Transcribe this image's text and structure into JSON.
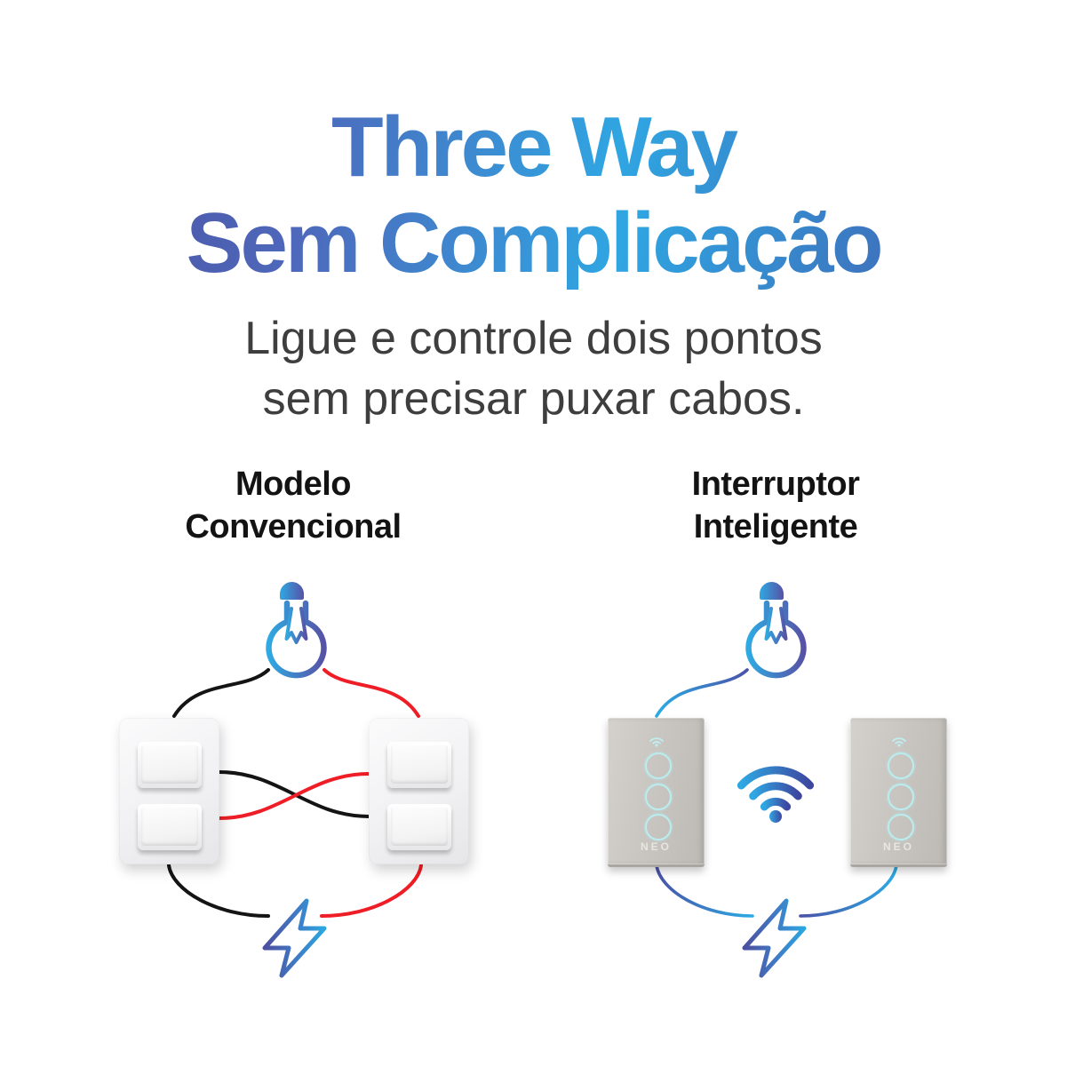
{
  "title": {
    "line1": "Three Way",
    "line2": "Sem Complicação"
  },
  "subtitle": {
    "line1": "Ligue e controle dois pontos",
    "line2": "sem precisar puxar cabos."
  },
  "sections": {
    "conventional": {
      "heading_line1": "Modelo",
      "heading_line2": "Convencional",
      "switch_count": 2,
      "rockers_per_switch": 2,
      "wire_colors": {
        "phase": "#141414",
        "return": "#ef1d25"
      }
    },
    "smart": {
      "heading_line1": "Interruptor",
      "heading_line2": "Inteligente",
      "switch_count": 2,
      "touch_buttons_per_switch": 3,
      "brand_label": "NEO",
      "wire_gradient": [
        "#4a52a8",
        "#2babe4"
      ]
    }
  },
  "icons": {
    "lightbulb": "lightbulb-icon",
    "lightning_bolt": "lightning-bolt-icon",
    "wifi_center": "wifi-icon",
    "wifi_indicator": "wifi-indicator-icon"
  },
  "colors": {
    "background": "#ffffff",
    "title_gradient": [
      "#4b4a9a",
      "#2fa6e2",
      "#4750a4"
    ],
    "subtitle_text": "#3e3e3e",
    "heading_text": "#131313",
    "icon_gradient_cyan": "#2fa9e2",
    "icon_gradient_indigo": "#5752a6",
    "smart_panel": "#c9c6c1",
    "touch_ring": "#b9edf0",
    "conventional_plate": "#f1f1f3"
  }
}
